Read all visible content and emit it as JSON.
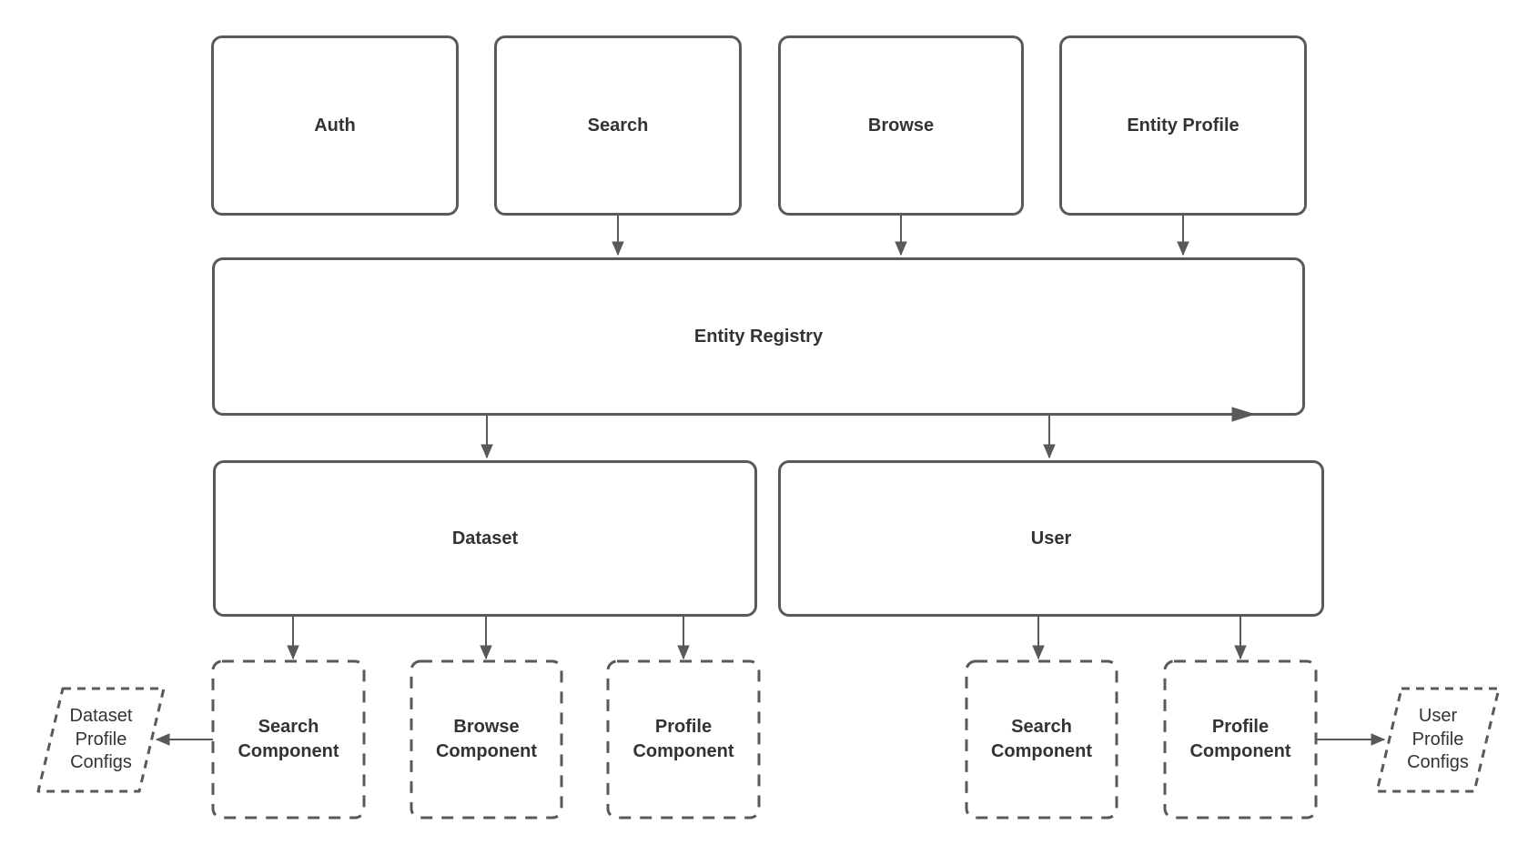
{
  "diagram": {
    "colors": {
      "stroke": "#595959",
      "label": "#333333",
      "background": "#ffffff"
    },
    "nodes": {
      "auth": {
        "label": "Auth"
      },
      "search": {
        "label": "Search"
      },
      "browse": {
        "label": "Browse"
      },
      "entity_profile": {
        "label": "Entity Profile"
      },
      "entity_registry": {
        "label": "Entity Registry"
      },
      "dataset": {
        "label": "Dataset"
      },
      "user": {
        "label": "User"
      },
      "dataset_search_component": {
        "label": "Search\nComponent"
      },
      "dataset_browse_component": {
        "label": "Browse\nComponent"
      },
      "dataset_profile_component": {
        "label": "Profile\nComponent"
      },
      "user_search_component": {
        "label": "Search\nComponent"
      },
      "user_profile_component": {
        "label": "Profile\nComponent"
      },
      "dataset_profile_configs": {
        "label": "Dataset\nProfile\nConfigs"
      },
      "user_profile_configs": {
        "label": "User\nProfile\nConfigs"
      }
    },
    "edges": [
      {
        "from": "search",
        "to": "entity_registry"
      },
      {
        "from": "browse",
        "to": "entity_registry"
      },
      {
        "from": "entity_profile",
        "to": "entity_registry"
      },
      {
        "from": "entity_registry",
        "to": "dataset"
      },
      {
        "from": "entity_registry",
        "to": "user"
      },
      {
        "from": "dataset",
        "to": "dataset_search_component"
      },
      {
        "from": "dataset",
        "to": "dataset_browse_component"
      },
      {
        "from": "dataset",
        "to": "dataset_profile_component"
      },
      {
        "from": "user",
        "to": "user_search_component"
      },
      {
        "from": "user",
        "to": "user_profile_component"
      },
      {
        "from": "dataset_search_component",
        "to": "dataset_profile_configs"
      },
      {
        "from": "user_profile_component",
        "to": "user_profile_configs"
      },
      {
        "from": "entity_registry",
        "to": "entity_registry",
        "note": "right-pointing arrowhead on bottom edge near right corner"
      }
    ]
  }
}
